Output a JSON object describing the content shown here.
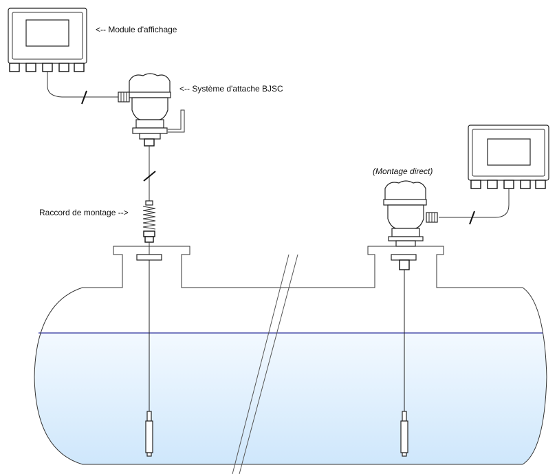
{
  "labels": {
    "display_module": "<-- Module d'affichage",
    "bjsc_mount": "<-- Système d'attache BJSC",
    "mount_fitting": "Raccord de montage -->",
    "direct_mount": "(Montage direct)"
  },
  "colors": {
    "liquid_top": "#f3f9ff",
    "liquid_bottom": "#cde6fb",
    "liquid_surface": "#2b2f9c",
    "outline": "#222222"
  },
  "icons": [
    "display-module-icon",
    "transmitter-head-icon",
    "float-probe-icon",
    "spring-coupling-icon"
  ]
}
